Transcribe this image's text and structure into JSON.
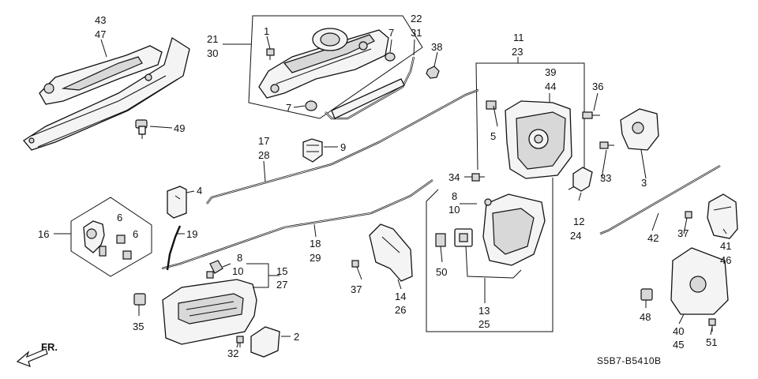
{
  "diagram": {
    "code": "S5B7-B5410B",
    "direction": "FR.",
    "callouts": [
      {
        "id": "c1",
        "text": "43"
      },
      {
        "id": "c2",
        "text": "47"
      },
      {
        "id": "c3",
        "text": "21"
      },
      {
        "id": "c4",
        "text": "30"
      },
      {
        "id": "c5",
        "text": "1"
      },
      {
        "id": "c6",
        "text": "7"
      },
      {
        "id": "c7",
        "text": "7"
      },
      {
        "id": "c8",
        "text": "22"
      },
      {
        "id": "c9",
        "text": "31"
      },
      {
        "id": "c10",
        "text": "38"
      },
      {
        "id": "c11",
        "text": "11"
      },
      {
        "id": "c12",
        "text": "23"
      },
      {
        "id": "c13",
        "text": "39"
      },
      {
        "id": "c14",
        "text": "44"
      },
      {
        "id": "c15",
        "text": "36"
      },
      {
        "id": "c16",
        "text": "49"
      },
      {
        "id": "c17",
        "text": "9"
      },
      {
        "id": "c18",
        "text": "17"
      },
      {
        "id": "c19",
        "text": "28"
      },
      {
        "id": "c20",
        "text": "5"
      },
      {
        "id": "c21",
        "text": "33"
      },
      {
        "id": "c22",
        "text": "3"
      },
      {
        "id": "c23",
        "text": "4"
      },
      {
        "id": "c24",
        "text": "34"
      },
      {
        "id": "c25",
        "text": "8"
      },
      {
        "id": "c26",
        "text": "10"
      },
      {
        "id": "c27",
        "text": "12"
      },
      {
        "id": "c28",
        "text": "24"
      },
      {
        "id": "c29",
        "text": "6"
      },
      {
        "id": "c30",
        "text": "6"
      },
      {
        "id": "c31",
        "text": "16"
      },
      {
        "id": "c32",
        "text": "19"
      },
      {
        "id": "c33",
        "text": "18"
      },
      {
        "id": "c34",
        "text": "29"
      },
      {
        "id": "c35",
        "text": "37"
      },
      {
        "id": "c36",
        "text": "41"
      },
      {
        "id": "c37",
        "text": "46"
      },
      {
        "id": "c38",
        "text": "42"
      },
      {
        "id": "c39",
        "text": "8"
      },
      {
        "id": "c40",
        "text": "10"
      },
      {
        "id": "c41",
        "text": "15"
      },
      {
        "id": "c42",
        "text": "27"
      },
      {
        "id": "c43",
        "text": "50"
      },
      {
        "id": "c44",
        "text": "37"
      },
      {
        "id": "c45",
        "text": "14"
      },
      {
        "id": "c46",
        "text": "26"
      },
      {
        "id": "c47",
        "text": "13"
      },
      {
        "id": "c48",
        "text": "25"
      },
      {
        "id": "c49",
        "text": "35"
      },
      {
        "id": "c50",
        "text": "48"
      },
      {
        "id": "c51",
        "text": "40"
      },
      {
        "id": "c52",
        "text": "45"
      },
      {
        "id": "c53",
        "text": "51"
      },
      {
        "id": "c54",
        "text": "2"
      },
      {
        "id": "c55",
        "text": "32"
      }
    ]
  }
}
